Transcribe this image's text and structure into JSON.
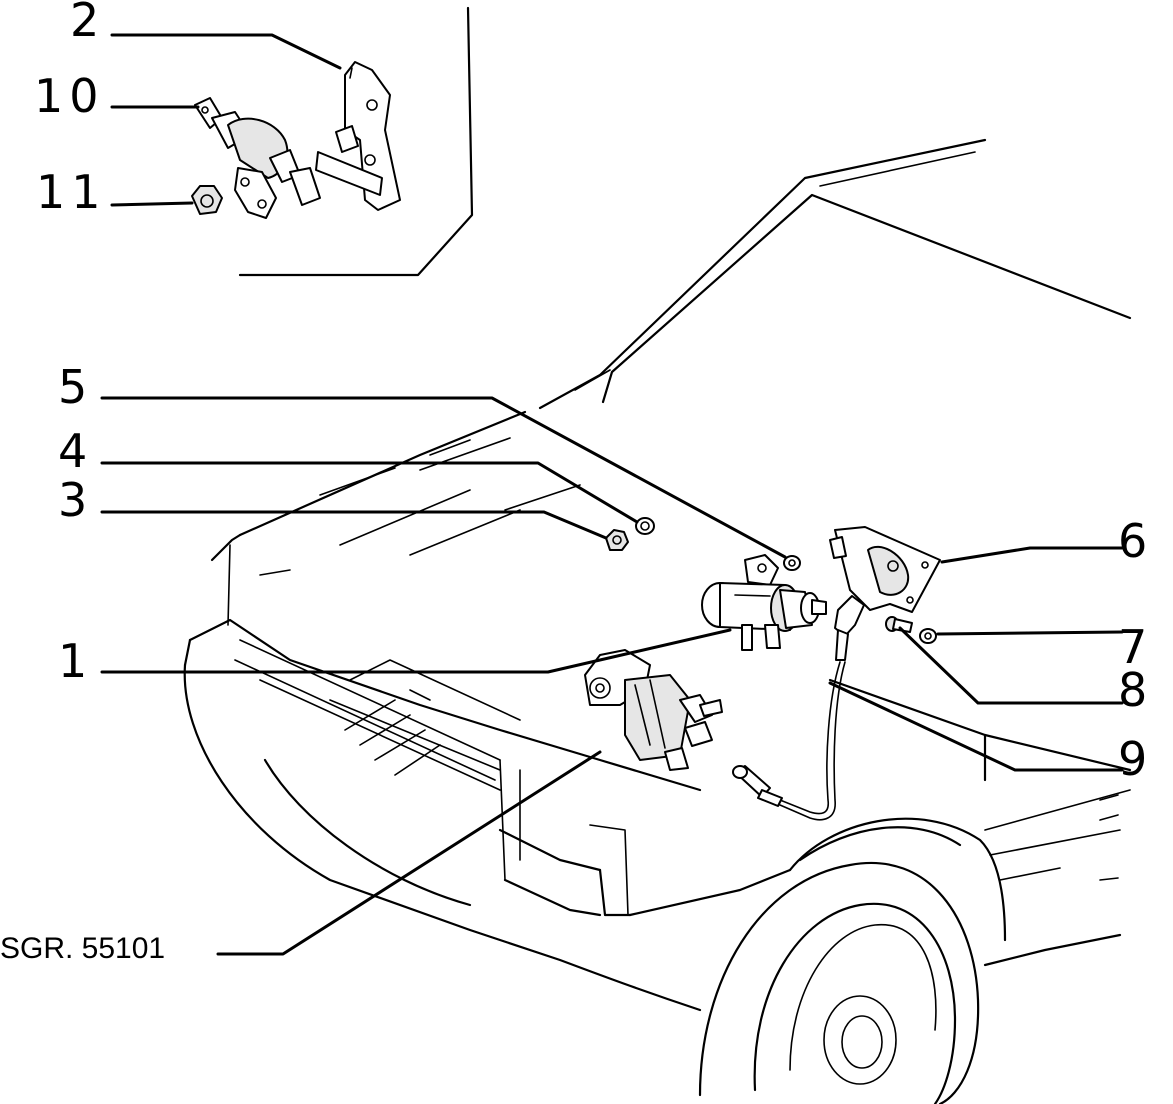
{
  "callouts": {
    "c1": "1",
    "c2": "2",
    "c3": "3",
    "c4": "4",
    "c5": "5",
    "c6": "6",
    "c7": "7",
    "c8": "8",
    "c9": "9",
    "c10": "10",
    "c11": "11"
  },
  "reference": "SGR. 55101"
}
